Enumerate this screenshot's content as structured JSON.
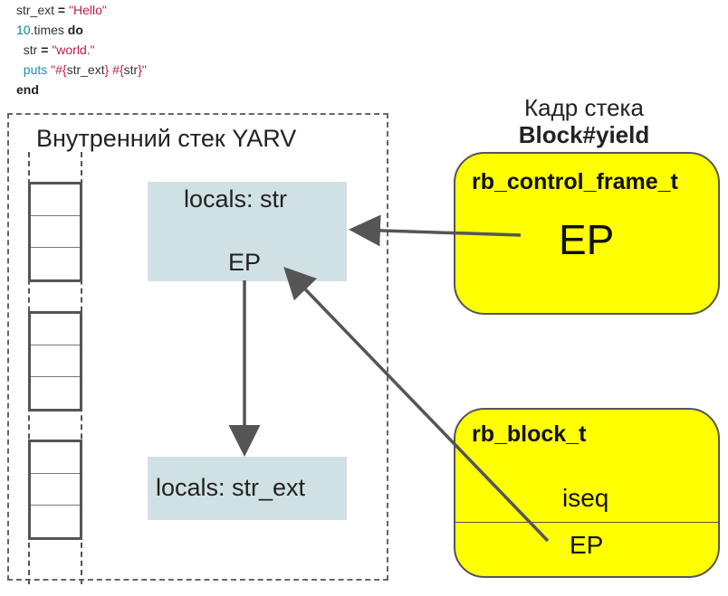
{
  "code": {
    "line1": {
      "var": "str_ext",
      "op": " = ",
      "value": "\"Hello\""
    },
    "line2": {
      "num": "10",
      "method": ".times",
      "kw": " do"
    },
    "line3": {
      "var": "  str",
      "op": " = ",
      "value": "\"world.\""
    },
    "line4": {
      "method": "  puts",
      "q1": " \"#{",
      "v1": "str_ext",
      "q2": "} #{",
      "v2": "str",
      "q3": "}\""
    },
    "line5": {
      "kw": "end"
    }
  },
  "yarv": {
    "title": "Внутренний стек YARV"
  },
  "env_top": {
    "locals": "locals: str",
    "ep": "EP"
  },
  "env_bottom": {
    "locals": "locals: str_ext"
  },
  "frame_caption": {
    "line1": "Кадр стека",
    "line2": "Block#yield"
  },
  "control_frame": {
    "title": "rb_control_frame_t",
    "ep": "EP"
  },
  "block": {
    "title": "rb_block_t",
    "iseq": "iseq",
    "ep": "EP"
  },
  "colors": {
    "yellow": "#ffff00",
    "env_fill": "#d0e1e4",
    "border": "#555555"
  }
}
